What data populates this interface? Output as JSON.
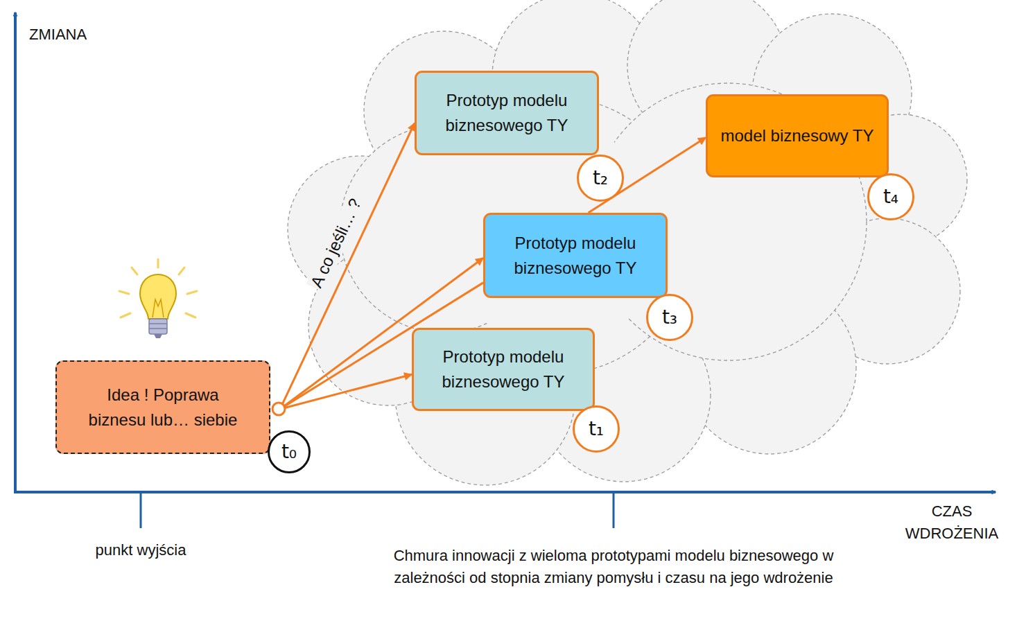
{
  "diagram": {
    "nodes": [
      {
        "text": [
          "Idea ! Poprawa biznesu lub… siebie"
        ]
      },
      {
        "text": [
          "t₀"
        ]
      },
      {
        "text": [
          "Prototyp modelu biznesowego TY"
        ]
      },
      {
        "text": [
          "t₂"
        ]
      },
      {
        "text": [
          "model biznesowy TY"
        ]
      },
      {
        "text": [
          "t₄"
        ]
      },
      {
        "text": [
          "Prototyp modelu biznesowego TY"
        ]
      },
      {
        "text": [
          "t₃"
        ]
      },
      {
        "text": [
          "Prototyp modelu biznesowego TY"
        ]
      },
      {
        "text": [
          "t₁"
        ]
      }
    ],
    "edges": [
      {
        "from": 0,
        "to": 2,
        "arrow": "to",
        "label": "A co jeśli… ?"
      },
      {
        "from": 0,
        "to": 6,
        "arrow": "to"
      },
      {
        "from": 0,
        "to": 6,
        "arrow": "none"
      },
      {
        "from": 0,
        "to": 8,
        "arrow": "to"
      },
      {
        "from": 6,
        "to": 4,
        "arrow": "to"
      }
    ],
    "labels": [
      "ZMIANA",
      "CZAS WDROŻENIA",
      "punkt wyjścia",
      "Chmura innowacji z wieloma prototypami modelu biznesowego w zależności od stopnia zmiany pomysłu i czasu na jego wdrożenie"
    ]
  }
}
